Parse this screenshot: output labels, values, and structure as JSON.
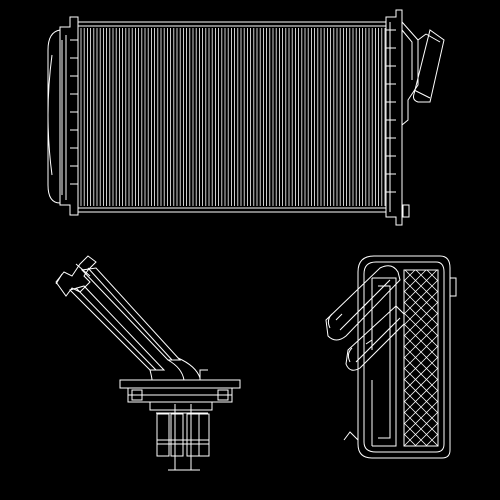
{
  "colors": {
    "background": "#000000",
    "line": "#ffffff"
  },
  "drawing": {
    "views": [
      {
        "name": "front-view",
        "subject": "heater-core-front"
      },
      {
        "name": "side-view",
        "subject": "heater-core-pipes-side"
      },
      {
        "name": "end-view",
        "subject": "heater-core-end-tank"
      }
    ]
  }
}
